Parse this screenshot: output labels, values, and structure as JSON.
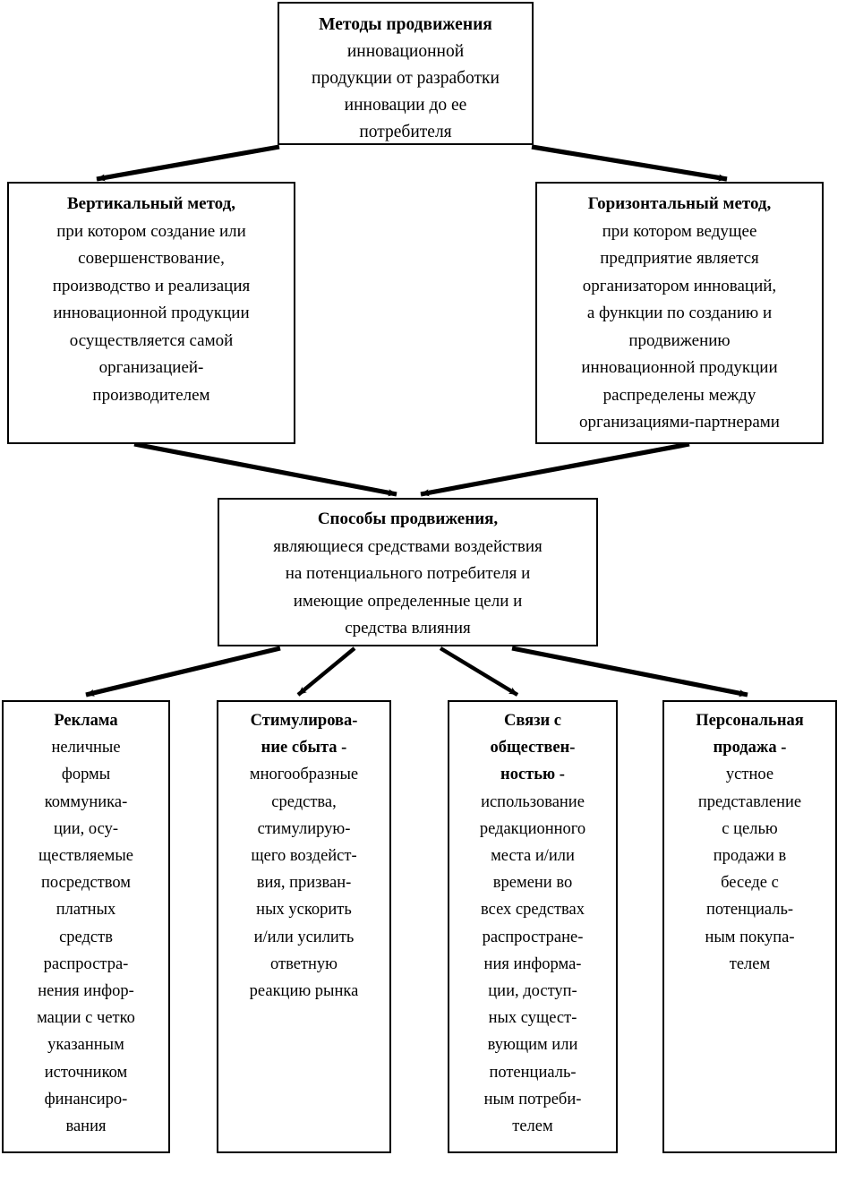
{
  "diagram": {
    "title": "Методы продвижения инновационной продукции от разработки инновации до ее потребителя",
    "ink_color": "#000000",
    "background_color": "#ffffff"
  },
  "nodes": {
    "top": {
      "id": "metody-prodvizheniya",
      "lines": [
        {
          "text": "Методы продвижения",
          "bold": true
        },
        {
          "text": "инновационной",
          "bold": false
        },
        {
          "text": "продукции от разработки",
          "bold": false
        },
        {
          "text": "инновации до ее",
          "bold": false
        },
        {
          "text": "потребителя",
          "bold": false
        }
      ]
    },
    "vertical": {
      "id": "vertikalnyy-metod",
      "lines": [
        {
          "text": "Вертикальный метод,",
          "bold": true
        },
        {
          "text": "при котором  создание или",
          "bold": false
        },
        {
          "text": "совершенствование,",
          "bold": false
        },
        {
          "text": "производство и реализация",
          "bold": false
        },
        {
          "text": "инновационной продукции",
          "bold": false
        },
        {
          "text": "осуществляется самой",
          "bold": false
        },
        {
          "text": "организацией-",
          "bold": false
        },
        {
          "text": "производителем",
          "bold": false
        }
      ]
    },
    "horizontal": {
      "id": "gorizontalnyy-metod",
      "lines": [
        {
          "text": "Горизонтальный метод,",
          "bold": true
        },
        {
          "text": "при котором ведущее",
          "bold": false
        },
        {
          "text": "предприятие является",
          "bold": false
        },
        {
          "text": "организатором инноваций,",
          "bold": false
        },
        {
          "text": "а функции по созданию и",
          "bold": false
        },
        {
          "text": "продвижению",
          "bold": false
        },
        {
          "text": "инновационной продукции",
          "bold": false
        },
        {
          "text": "распределены между",
          "bold": false
        },
        {
          "text": "организациями-партнерами",
          "bold": false
        }
      ]
    },
    "center": {
      "id": "sposoby-prodvizheniya",
      "lines": [
        {
          "text": "Способы продвижения,",
          "bold": true
        },
        {
          "text": "являющиеся средствами воздействия",
          "bold": false
        },
        {
          "text": "на потенциального потребителя и",
          "bold": false
        },
        {
          "text": "имеющие определенные цели и",
          "bold": false
        },
        {
          "text": "средства влияния",
          "bold": false
        }
      ]
    },
    "advertising": {
      "id": "reklama",
      "lines": [
        {
          "text": "Реклама",
          "bold": true
        },
        {
          "text": "неличные",
          "bold": false
        },
        {
          "text": "формы",
          "bold": false
        },
        {
          "text": "коммуника-",
          "bold": false
        },
        {
          "text": "ции, осу-",
          "bold": false
        },
        {
          "text": "ществляемые",
          "bold": false
        },
        {
          "text": "посредством",
          "bold": false
        },
        {
          "text": "платных",
          "bold": false
        },
        {
          "text": "средств",
          "bold": false
        },
        {
          "text": "распростра-",
          "bold": false
        },
        {
          "text": "нения инфор-",
          "bold": false
        },
        {
          "text": "мации  с четко",
          "bold": false
        },
        {
          "text": "указанным",
          "bold": false
        },
        {
          "text": "источником",
          "bold": false
        },
        {
          "text": "финансиро-",
          "bold": false
        },
        {
          "text": "вания",
          "bold": false
        }
      ]
    },
    "sales_promotion": {
      "id": "stimulirovanie-sbyta",
      "lines": [
        {
          "text": "Стимулирова-",
          "bold": true
        },
        {
          "text": "ние сбыта -",
          "bold": true
        },
        {
          "text": "многообразные",
          "bold": false
        },
        {
          "text": "средства,",
          "bold": false
        },
        {
          "text": "стимулирую-",
          "bold": false
        },
        {
          "text": "щего воздейст-",
          "bold": false
        },
        {
          "text": "вия, призван-",
          "bold": false
        },
        {
          "text": "ных ускорить",
          "bold": false
        },
        {
          "text": "и/или усилить",
          "bold": false
        },
        {
          "text": "ответную",
          "bold": false
        },
        {
          "text": "реакцию рынка",
          "bold": false
        }
      ]
    },
    "public_relations": {
      "id": "svyazi-s-obshchestvennostyu",
      "lines": [
        {
          "text": "Связи с",
          "bold": true
        },
        {
          "text": "обществен-",
          "bold": true
        },
        {
          "text": "ностью -",
          "bold": true
        },
        {
          "text": "использование",
          "bold": false
        },
        {
          "text": "редакционного",
          "bold": false
        },
        {
          "text": "места и/или",
          "bold": false
        },
        {
          "text": "времени во",
          "bold": false
        },
        {
          "text": "всех средствах",
          "bold": false
        },
        {
          "text": "распростране-",
          "bold": false
        },
        {
          "text": "ния информа-",
          "bold": false
        },
        {
          "text": "ции, доступ-",
          "bold": false
        },
        {
          "text": "ных сущест-",
          "bold": false
        },
        {
          "text": "вующим или",
          "bold": false
        },
        {
          "text": "потенциаль-",
          "bold": false
        },
        {
          "text": "ным потреби-",
          "bold": false
        },
        {
          "text": "телем",
          "bold": false
        }
      ]
    },
    "personal_selling": {
      "id": "personalnaya-prodazha",
      "lines": [
        {
          "text": "Персональная",
          "bold": true
        },
        {
          "text": "продажа -",
          "bold": true
        },
        {
          "text": "устное",
          "bold": false
        },
        {
          "text": "представление",
          "bold": false
        },
        {
          "text": "с целью",
          "bold": false
        },
        {
          "text": "продажи в",
          "bold": false
        },
        {
          "text": "беседе с",
          "bold": false
        },
        {
          "text": "потенциаль-",
          "bold": false
        },
        {
          "text": "ным покупа-",
          "bold": false
        },
        {
          "text": "телем",
          "bold": false
        }
      ]
    }
  },
  "connectors": [
    {
      "name": "top-to-vertical",
      "from": "top",
      "to": "vertical",
      "style": "solid-arrow"
    },
    {
      "name": "top-to-horizontal",
      "from": "top",
      "to": "horizontal",
      "style": "solid-arrow"
    },
    {
      "name": "vertical-to-center",
      "from": "vertical",
      "to": "center",
      "style": "solid-arrow"
    },
    {
      "name": "horizontal-to-center",
      "from": "horizontal",
      "to": "center",
      "style": "solid-arrow"
    },
    {
      "name": "center-to-advertising",
      "from": "center",
      "to": "advertising",
      "style": "solid-arrow"
    },
    {
      "name": "center-to-sales-promotion",
      "from": "center",
      "to": "sales_promotion",
      "style": "solid-arrow"
    },
    {
      "name": "center-to-public-relations",
      "from": "center",
      "to": "public_relations",
      "style": "solid-arrow"
    },
    {
      "name": "center-to-personal-selling",
      "from": "center",
      "to": "personal_selling",
      "style": "solid-arrow"
    }
  ]
}
